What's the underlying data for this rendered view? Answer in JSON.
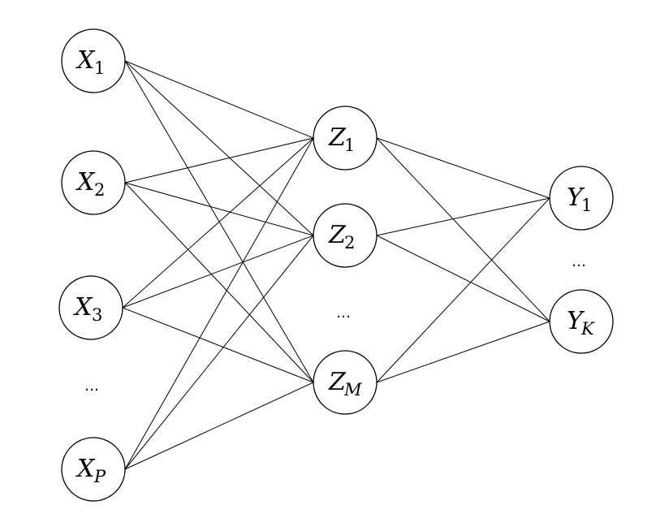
{
  "colors": {
    "background": "#ffffff",
    "stroke": "#000000",
    "node_fill": "#ffffff"
  },
  "input_layer": {
    "nodes": [
      {
        "id": "x1",
        "letter": "X",
        "sub": "1",
        "sub_italic": false
      },
      {
        "id": "x2",
        "letter": "X",
        "sub": "2",
        "sub_italic": false
      },
      {
        "id": "x3",
        "letter": "X",
        "sub": "3",
        "sub_italic": false
      },
      {
        "id": "xp",
        "letter": "X",
        "sub": "P",
        "sub_italic": true
      }
    ],
    "ellipsis": "…"
  },
  "hidden_layer": {
    "nodes": [
      {
        "id": "z1",
        "letter": "Z",
        "sub": "1",
        "sub_italic": false
      },
      {
        "id": "z2",
        "letter": "Z",
        "sub": "2",
        "sub_italic": false
      },
      {
        "id": "zm",
        "letter": "Z",
        "sub": "M",
        "sub_italic": true
      }
    ],
    "ellipsis": "…"
  },
  "output_layer": {
    "nodes": [
      {
        "id": "y1",
        "letter": "Y",
        "sub": "1",
        "sub_italic": false
      },
      {
        "id": "yk",
        "letter": "Y",
        "sub": "K",
        "sub_italic": true
      }
    ],
    "ellipsis": "…"
  },
  "connections": [
    [
      "x1",
      "z1"
    ],
    [
      "x1",
      "z2"
    ],
    [
      "x1",
      "zm"
    ],
    [
      "x2",
      "z1"
    ],
    [
      "x2",
      "z2"
    ],
    [
      "x2",
      "zm"
    ],
    [
      "x3",
      "z1"
    ],
    [
      "x3",
      "z2"
    ],
    [
      "x3",
      "zm"
    ],
    [
      "xp",
      "z1"
    ],
    [
      "xp",
      "z2"
    ],
    [
      "xp",
      "zm"
    ],
    [
      "z1",
      "y1"
    ],
    [
      "z1",
      "yk"
    ],
    [
      "z2",
      "y1"
    ],
    [
      "z2",
      "yk"
    ],
    [
      "zm",
      "y1"
    ],
    [
      "zm",
      "yk"
    ]
  ]
}
